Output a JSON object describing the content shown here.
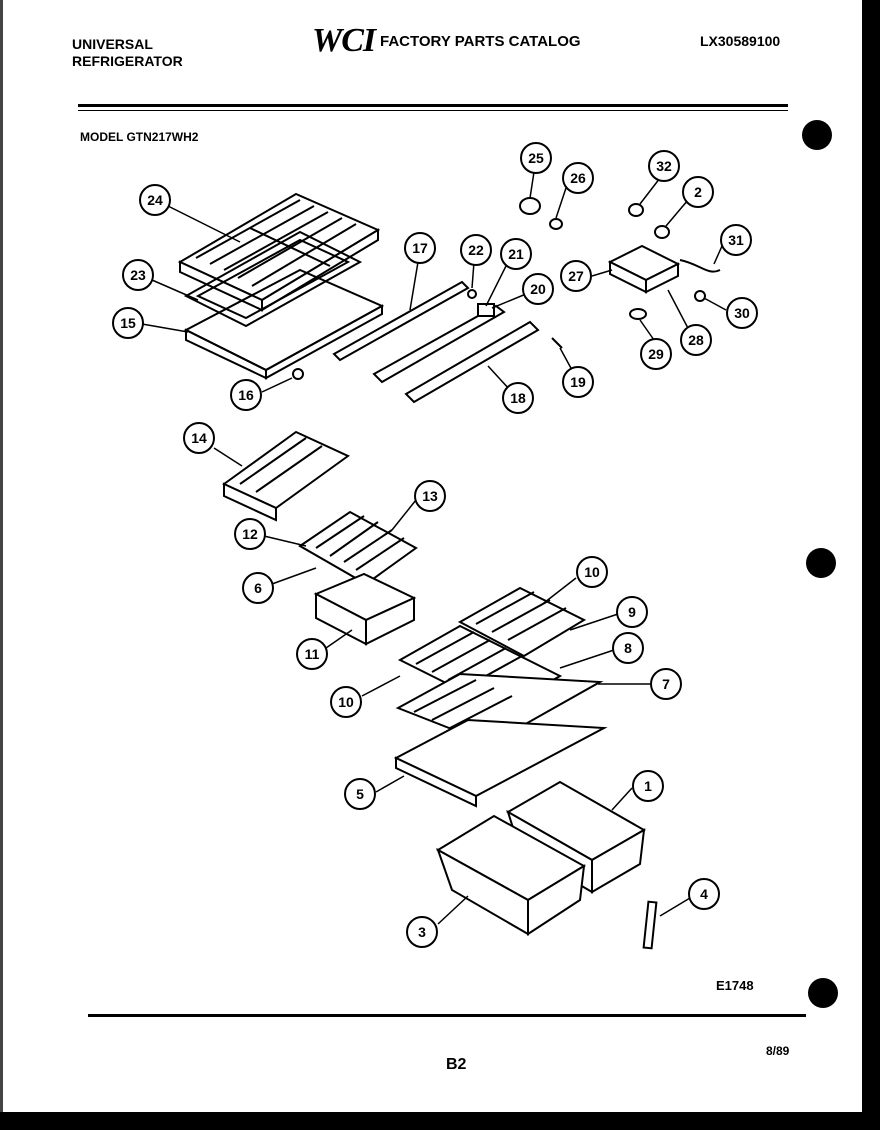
{
  "header": {
    "brand_line1": "UNIVERSAL",
    "brand_line2": "REFRIGERATOR",
    "logo": "WCI",
    "title": "FACTORY PARTS CATALOG",
    "catalog_number": "LX30589100"
  },
  "model_label": "MODEL GTN217WH2",
  "callouts": [
    "24",
    "23",
    "15",
    "16",
    "17",
    "22",
    "21",
    "20",
    "18",
    "19",
    "25",
    "26",
    "32",
    "2",
    "31",
    "27",
    "30",
    "28",
    "29",
    "14",
    "13",
    "12",
    "6",
    "11",
    "10",
    "9",
    "8",
    "7",
    "10",
    "5",
    "1",
    "3",
    "4"
  ],
  "diagram_code": "E1748",
  "page_number": "B2",
  "date_code": "8/89"
}
